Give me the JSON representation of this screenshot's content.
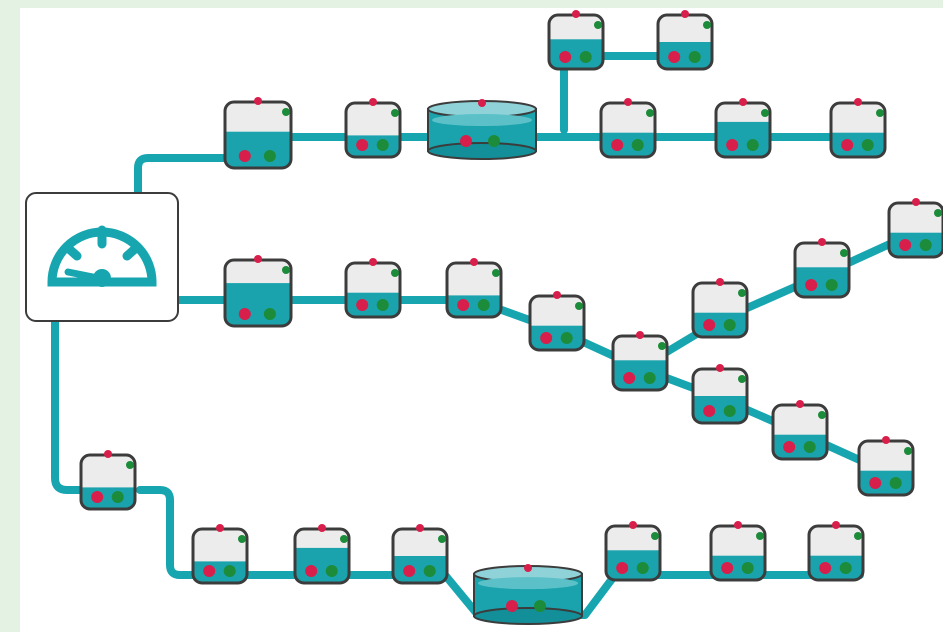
{
  "diagram": {
    "colors": {
      "background": "#e4f2e4",
      "panel": "#ffffff",
      "pipe": "#17a6b0",
      "water": "#1aa3ad",
      "water_dark": "#128f98",
      "tank_outline": "#3c3c3c",
      "tank_empty": "#ececec",
      "port_red": "#d81e4a",
      "port_green": "#1c8c3b",
      "gauge": "#17a6b0"
    },
    "source": {
      "icon": "speedometer-icon"
    },
    "tanks": [
      {
        "id": "t1",
        "row": "top",
        "kind": "tank",
        "level": 0.55
      },
      {
        "id": "t2",
        "row": "top",
        "kind": "tank",
        "level": 0.4
      },
      {
        "id": "r1",
        "row": "top",
        "kind": "reservoir",
        "level": 0.6
      },
      {
        "id": "t3",
        "row": "top-branch",
        "kind": "tank",
        "level": 0.55
      },
      {
        "id": "t4",
        "row": "top-branch",
        "kind": "tank",
        "level": 0.5
      },
      {
        "id": "t5",
        "row": "top",
        "kind": "tank",
        "level": 0.45
      },
      {
        "id": "t6",
        "row": "top",
        "kind": "tank",
        "level": 0.65
      },
      {
        "id": "t7",
        "row": "top",
        "kind": "tank",
        "level": 0.45
      },
      {
        "id": "m1",
        "row": "middle",
        "kind": "tank",
        "level": 0.65
      },
      {
        "id": "m2",
        "row": "middle",
        "kind": "tank",
        "level": 0.45
      },
      {
        "id": "m3",
        "row": "middle",
        "kind": "tank",
        "level": 0.4
      },
      {
        "id": "m4",
        "row": "middle",
        "kind": "tank",
        "level": 0.45
      },
      {
        "id": "m5",
        "row": "middle",
        "kind": "tank",
        "level": 0.55
      },
      {
        "id": "m6",
        "row": "middle-up",
        "kind": "tank",
        "level": 0.45
      },
      {
        "id": "m7",
        "row": "middle-up",
        "kind": "tank",
        "level": 0.55
      },
      {
        "id": "m8",
        "row": "middle-up",
        "kind": "tank",
        "level": 0.45
      },
      {
        "id": "m9",
        "row": "middle-down",
        "kind": "tank",
        "level": 0.5
      },
      {
        "id": "m10",
        "row": "middle-down",
        "kind": "tank",
        "level": 0.45
      },
      {
        "id": "m11",
        "row": "middle-down",
        "kind": "tank",
        "level": 0.45
      },
      {
        "id": "b0",
        "row": "bottom",
        "kind": "tank",
        "level": 0.4
      },
      {
        "id": "b1",
        "row": "bottom",
        "kind": "tank",
        "level": 0.4
      },
      {
        "id": "b2",
        "row": "bottom",
        "kind": "tank",
        "level": 0.65
      },
      {
        "id": "b3",
        "row": "bottom",
        "kind": "tank",
        "level": 0.5
      },
      {
        "id": "r2",
        "row": "bottom",
        "kind": "reservoir",
        "level": 0.75
      },
      {
        "id": "b4",
        "row": "bottom",
        "kind": "tank",
        "level": 0.55
      },
      {
        "id": "b5",
        "row": "bottom",
        "kind": "tank",
        "level": 0.45
      },
      {
        "id": "b6",
        "row": "bottom",
        "kind": "tank",
        "level": 0.45
      }
    ]
  }
}
